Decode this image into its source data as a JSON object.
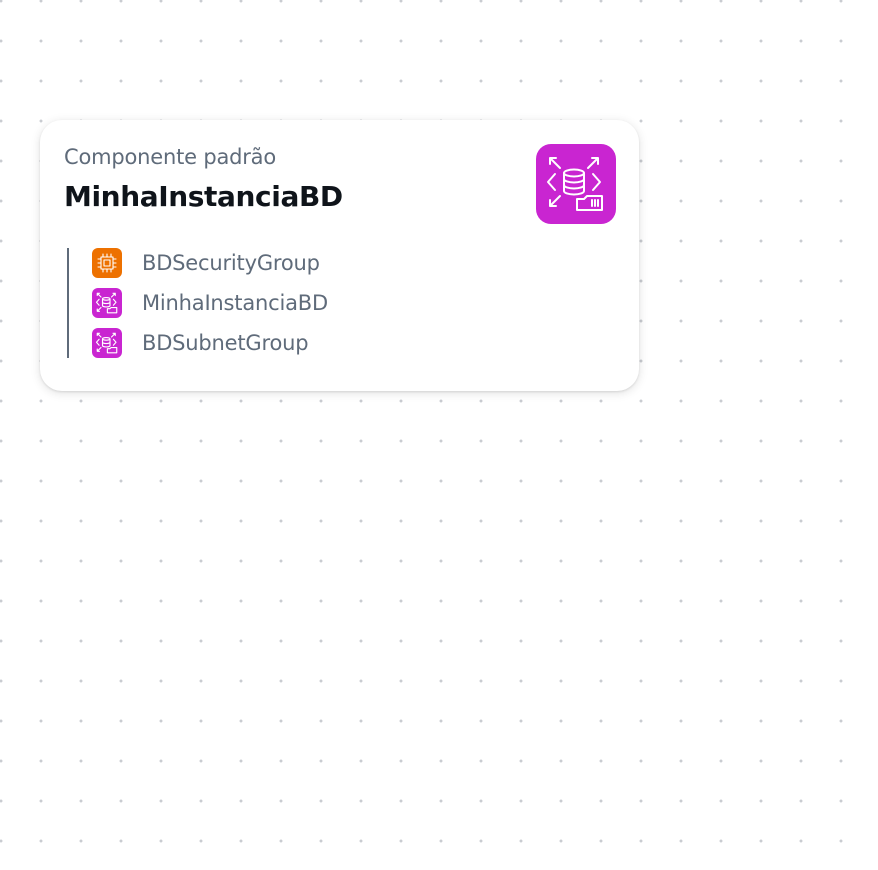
{
  "canvas": {
    "background": "#ffffff",
    "grid_dot_color": "#c9ccd1"
  },
  "card": {
    "subtitle": "Componente padrão",
    "title": "MinhaInstanciaBD",
    "icon": "rds-database-icon",
    "icon_color": "#c925d1",
    "items": [
      {
        "label": "BDSecurityGroup",
        "icon": "ec2-security-group-icon",
        "icon_color": "#ed7100"
      },
      {
        "label": "MinhaInstanciaBD",
        "icon": "rds-database-icon",
        "icon_color": "#c925d1"
      },
      {
        "label": "BDSubnetGroup",
        "icon": "rds-database-icon",
        "icon_color": "#c925d1"
      }
    ]
  }
}
